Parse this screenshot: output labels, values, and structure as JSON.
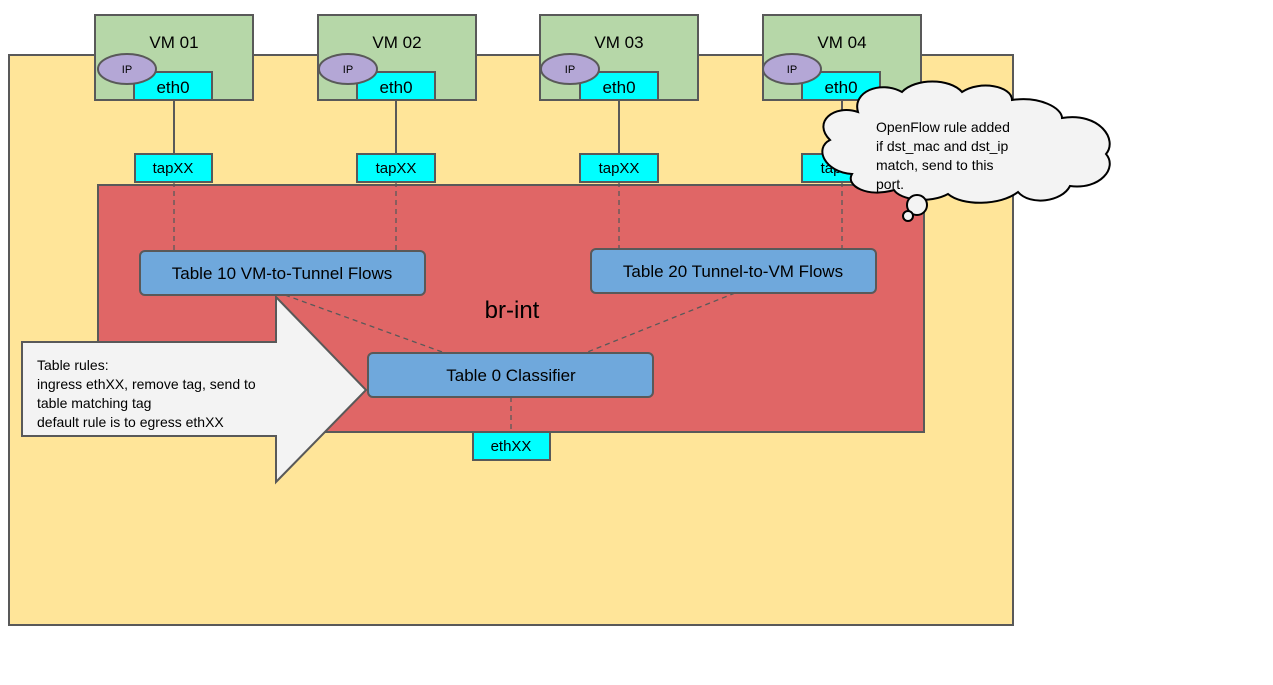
{
  "vms": [
    {
      "name": "VM 01",
      "ip": "IP",
      "nic": "eth0",
      "tap": "tapXX"
    },
    {
      "name": "VM 02",
      "ip": "IP",
      "nic": "eth0",
      "tap": "tapXX"
    },
    {
      "name": "VM 03",
      "ip": "IP",
      "nic": "eth0",
      "tap": "tapXX"
    },
    {
      "name": "VM 04",
      "ip": "IP",
      "nic": "eth0",
      "tap": "tapXX"
    }
  ],
  "bridge": {
    "name": "br-int",
    "uplink": "ethXX"
  },
  "tables": {
    "t10": "Table 10 VM-to-Tunnel Flows",
    "t20": "Table 20 Tunnel-to-VM Flows",
    "t0": "Table 0 Classifier"
  },
  "callout": {
    "lines": [
      "Table rules:",
      "ingress ethXX, remove tag, send to",
      "table matching tag",
      "default rule is to egress ethXX"
    ]
  },
  "cloud": {
    "lines": [
      "OpenFlow rule added",
      "if dst_mac and dst_ip",
      "match, send to this",
      "port."
    ]
  },
  "colors": {
    "host_bg": "#ffe599",
    "bridge_bg": "#e06666",
    "vm_bg": "#b6d7a8",
    "port_bg": "#00ffff",
    "ip_bg": "#b4a7d6",
    "table_bg": "#6fa8dc",
    "callout_bg": "#f3f3f3",
    "stroke": "#595959"
  }
}
